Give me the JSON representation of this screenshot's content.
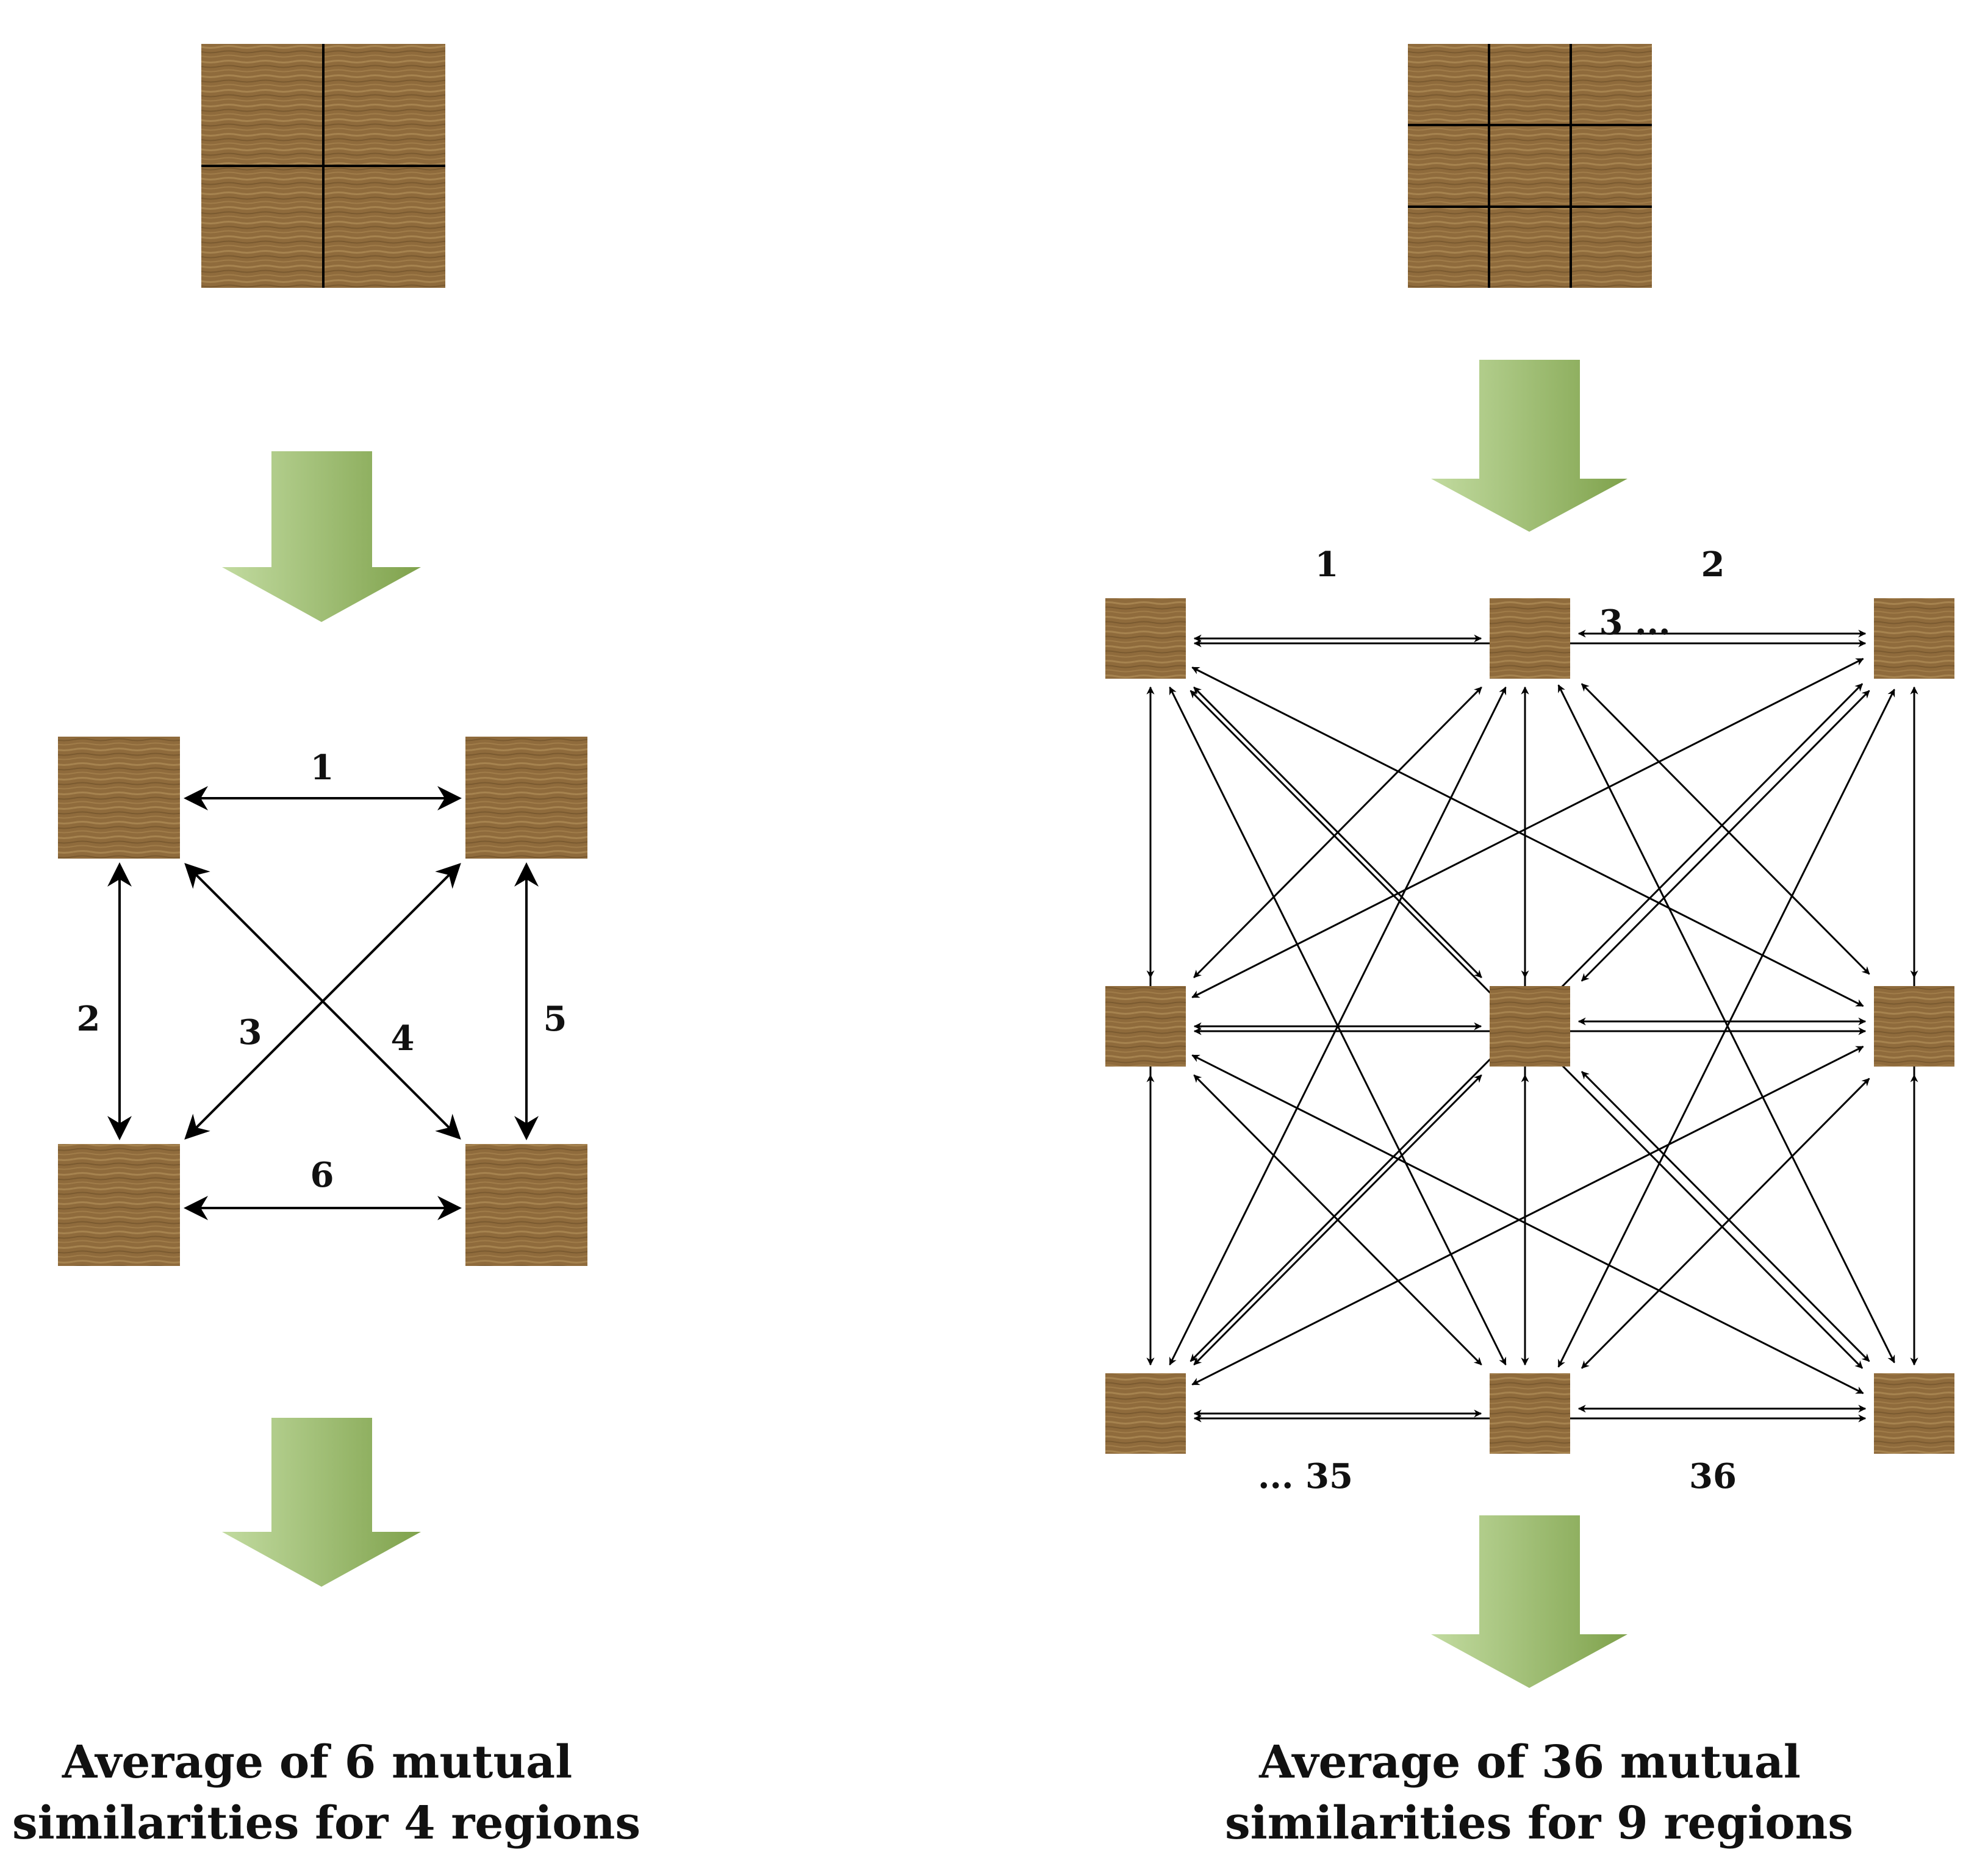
{
  "left": {
    "pair_labels": [
      "1",
      "2",
      "3",
      "4",
      "5",
      "6"
    ],
    "caption": [
      "Average of 6 mutual",
      "similarities for 4 regions"
    ]
  },
  "right": {
    "pair_labels": [
      "1",
      "2",
      "3 ...",
      "... 35",
      "36"
    ],
    "caption": [
      "Average of 36 mutual",
      "similarities for 9 regions"
    ]
  },
  "colors": {
    "wood_light": "#9d7a47",
    "wood_dark": "#6b5028",
    "arrow_gradient_start": "#c2dba0",
    "arrow_gradient_end": "#7fa24c",
    "line": "#000000"
  },
  "icons": {
    "flow_arrow": "down-arrow-icon",
    "region_tile": "wood-texture-tile"
  }
}
